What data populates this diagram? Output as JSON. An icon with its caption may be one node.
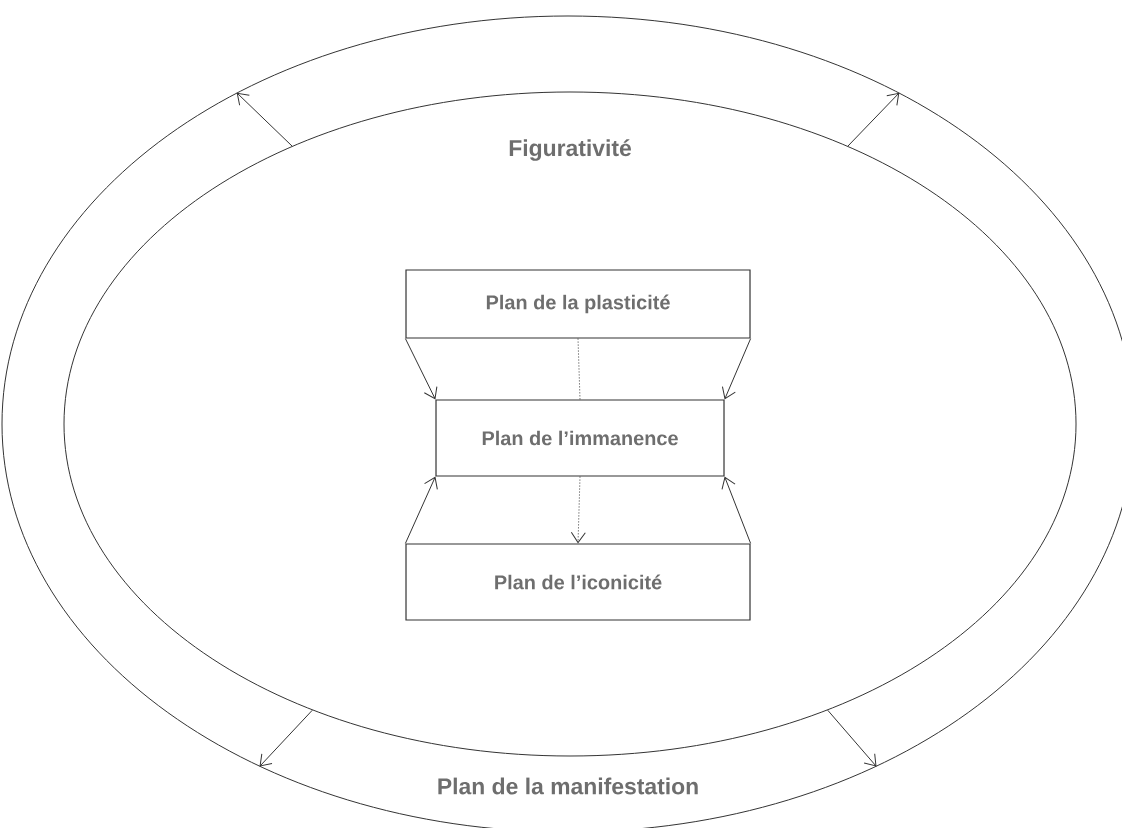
{
  "diagram": {
    "nodes": [
      {
        "text": [
          "Plan de la manifestation"
        ]
      },
      {
        "text": [
          "Figurativité"
        ],
        "in": 0
      },
      {
        "text": [
          "Plan de la plasticité"
        ],
        "in": 1
      },
      {
        "text": [
          "Plan de l’immanence"
        ],
        "in": 1
      },
      {
        "text": [
          "Plan de l’iconicité"
        ],
        "in": 1
      }
    ],
    "edges": [
      {
        "from": 1,
        "to": 0,
        "arrow": "to"
      },
      {
        "from": 1,
        "to": 0,
        "arrow": "to"
      },
      {
        "from": 2,
        "to": 3,
        "arrow": "to"
      },
      {
        "from": 2,
        "to": 3,
        "arrow": "none",
        "style": "dashed"
      },
      {
        "from": 2,
        "to": 3,
        "arrow": "to"
      },
      {
        "from": 4,
        "to": 3,
        "arrow": "to"
      },
      {
        "from": 3,
        "to": 4,
        "arrow": "to",
        "style": "dashed"
      },
      {
        "from": 4,
        "to": 3,
        "arrow": "to"
      },
      {
        "from": 1,
        "to": 0,
        "arrow": "to"
      },
      {
        "from": 1,
        "to": 0,
        "arrow": "to"
      }
    ]
  }
}
